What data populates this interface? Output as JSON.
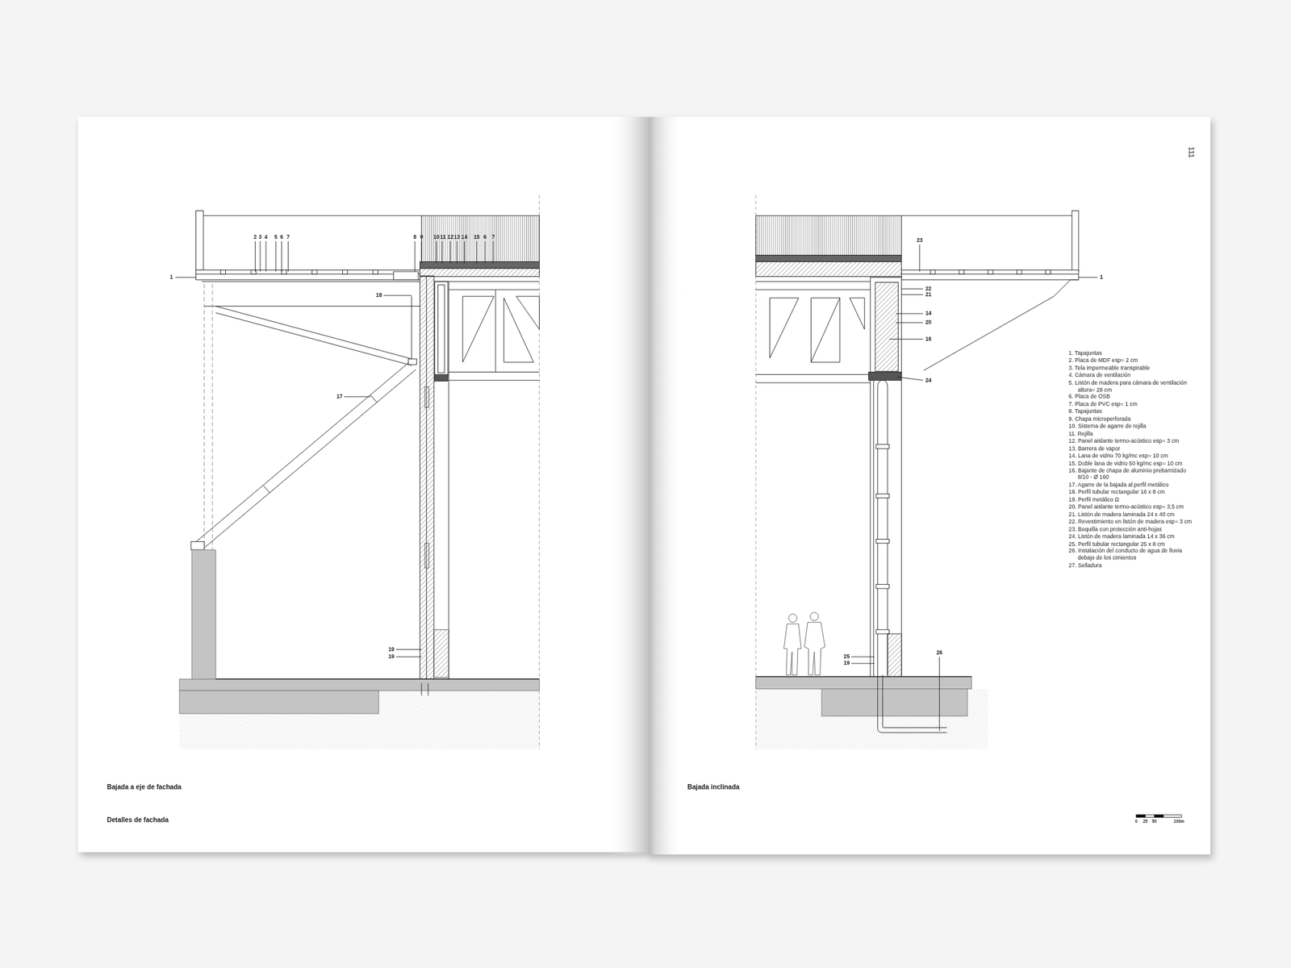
{
  "diagram": {
    "labels": [
      "2",
      "3",
      "4",
      "5",
      "6",
      "7",
      "8",
      "9",
      "10",
      "11",
      "12",
      "13",
      "14",
      "15",
      "6",
      "7",
      "1",
      "18",
      "17",
      "19",
      "19",
      "23",
      "1",
      "22",
      "21",
      "14",
      "20",
      "16",
      "24",
      "25",
      "19",
      "26",
      "1. Tapajuntas",
      "2. Placa de MDF esp= 2 cm",
      "3. Tela impermeable transpirable",
      "4. Cámara de ventilación",
      "5. Listón de madera para cámara de ventilación altura= 28 cm",
      "6. Placa de OSB",
      "7. Placa de PVC esp= 1 cm",
      "8. Tapajuntas",
      "9. Chapa microperforada",
      "10. Sistema de agarre de rejilla",
      "11. Rejilla",
      "12. Panel aislante termo-acústico esp= 3 cm",
      "13. Barrera de vapor",
      "14. Lana de vidrio 70 kg/mc esp= 10 cm",
      "15. Doble lana de vidrio 50 kg/mc esp= 10 cm",
      "16. Bajante de chapa de aluminio prebarnizado 8/10 - Ø 160",
      "17. Agarre de la bajada al perfil metálico",
      "18. Perfil tubular rectangular 16 x 8 cm",
      "19. Perfil metálico Ω",
      "20. Panel aislante termo-acústico esp= 3,5 cm",
      "21. Listón de madera laminada 24 x 40 cm",
      "22. Revestimiento en listón de madera esp= 3 cm",
      "23. Boquilla con protección anti-hojas",
      "24. Listón de madera laminada 14 x 36 cm",
      "25. Perfil tubular rectangular 25 x 8 cm",
      "26. Instalación del conducto de agua de lluvia debajo de los cimientos",
      "27. Selladura",
      "Bajada a eje de fachada",
      "Bajada inclinada",
      "Detalles de fachada",
      "111",
      "0",
      "25",
      "50",
      "100m"
    ]
  }
}
